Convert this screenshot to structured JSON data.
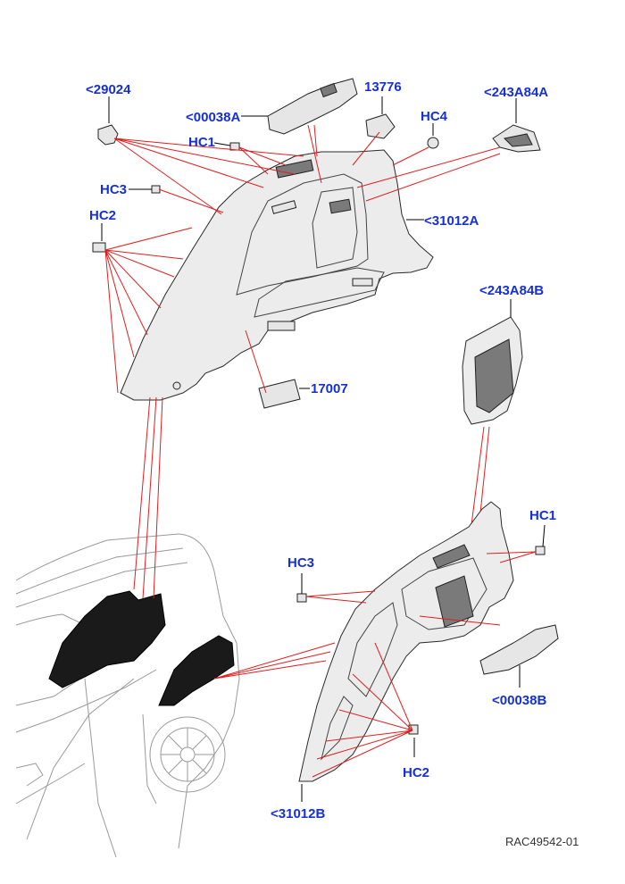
{
  "colors": {
    "callout": "#1530d6",
    "leader": "#e01e1e",
    "panel": "#ececec",
    "outline": "#2a2a2a"
  },
  "callouts": {
    "c29024": "<29024",
    "c00038A": "<00038A",
    "c13776": "13776",
    "c243A84A": "<243A84A",
    "hc4": "HC4",
    "hc1_top": "HC1",
    "hc3_top": "HC3",
    "hc2_top": "HC2",
    "c31012A": "<31012A",
    "c243A84B": "<243A84B",
    "c17007": "17007",
    "hc1_bottom": "HC1",
    "hc3_bottom": "HC3",
    "c00038B": "<00038B",
    "hc2_bottom": "HC2",
    "c31012B": "<31012B"
  },
  "reference": "RAC49542-01"
}
